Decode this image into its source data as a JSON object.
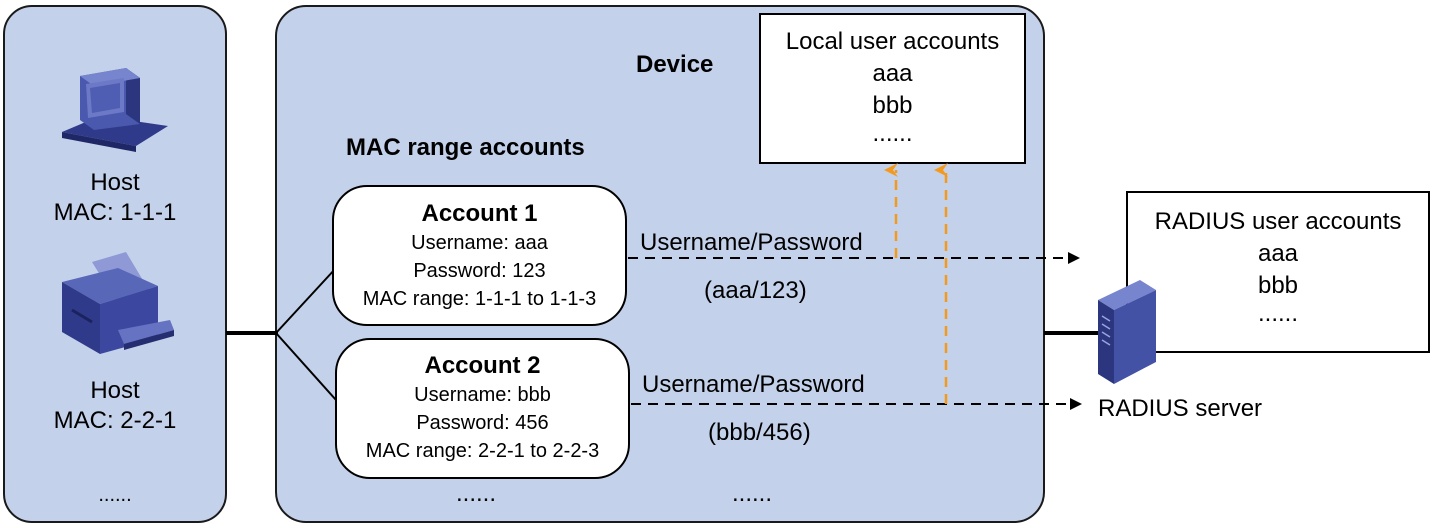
{
  "hosts_panel": {
    "host1": {
      "label": "Host",
      "mac": "MAC: 1-1-1",
      "icon": "desktop-computer-icon"
    },
    "host2": {
      "label": "Host",
      "mac": "MAC: 2-2-1",
      "icon": "printer-icon"
    },
    "more": "......"
  },
  "device_panel": {
    "title": "Device",
    "mac_range_title": "MAC range accounts",
    "local_accounts": {
      "title": "Local user accounts",
      "entries": [
        "aaa",
        "bbb",
        "......"
      ]
    },
    "account1": {
      "title": "Account 1",
      "username": "Username: aaa",
      "password": "Password: 123",
      "mac_range": "MAC range: 1-1-1 to 1-1-3"
    },
    "account2": {
      "title": "Account 2",
      "username": "Username: bbb",
      "password": "Password: 456",
      "mac_range": "MAC range: 2-2-1 to 2-2-3"
    },
    "flow1": {
      "label": "Username/Password",
      "credentials": "(aaa/123)"
    },
    "flow2": {
      "label": "Username/Password",
      "credentials": "(bbb/456)"
    },
    "more_accounts": "......",
    "more_flows": "......"
  },
  "radius": {
    "title": "RADIUS user accounts",
    "entries": [
      "aaa",
      "bbb",
      "......"
    ],
    "server_label": "RADIUS server",
    "icon": "server-icon"
  },
  "colors": {
    "panel_fill": "#c3d1ea",
    "panel_border": "#1a1a1a",
    "arrow_orange": "#f39a1e",
    "icon_blue": "#3d4a9c"
  }
}
